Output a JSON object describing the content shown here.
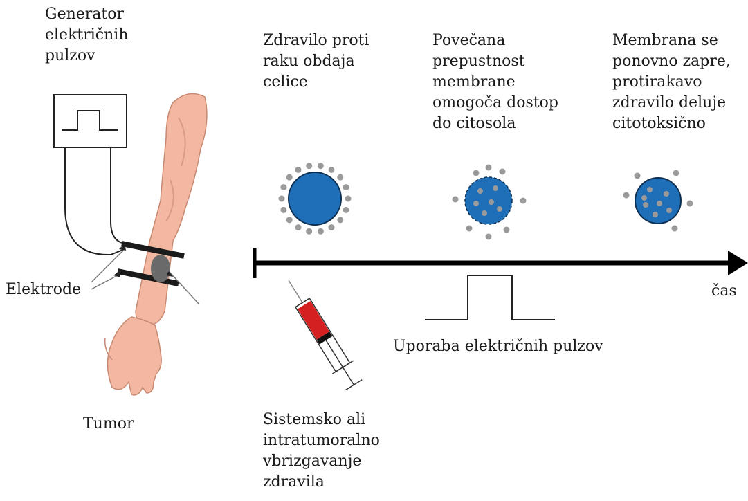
{
  "labels": {
    "generator": [
      "Generator",
      "električnih",
      "pulzov"
    ],
    "electrodes": "Elektrode",
    "tumor": "Tumor",
    "stage1": [
      "Zdravilo proti",
      "raku obdaja",
      "celice"
    ],
    "stage2": [
      "Povečana",
      "prepustnost",
      "membrane",
      "omogoča dostop",
      "do citosola"
    ],
    "stage3": [
      "Membrana se",
      "ponovno zapre,",
      "protirakavo",
      "zdravilo deluje",
      "citotoksično"
    ],
    "time": "čas",
    "pulses": "Uporaba električnih pulzov",
    "injection": [
      "Sistemsko ali",
      "intratumoralno",
      "vbrizgavanje",
      "zdravila"
    ]
  },
  "colors": {
    "cell": "#1f6fb8",
    "drug_particle": "#9a9a9a",
    "skin": "#f2b8a2",
    "syringe_fluid": "#d42020"
  }
}
